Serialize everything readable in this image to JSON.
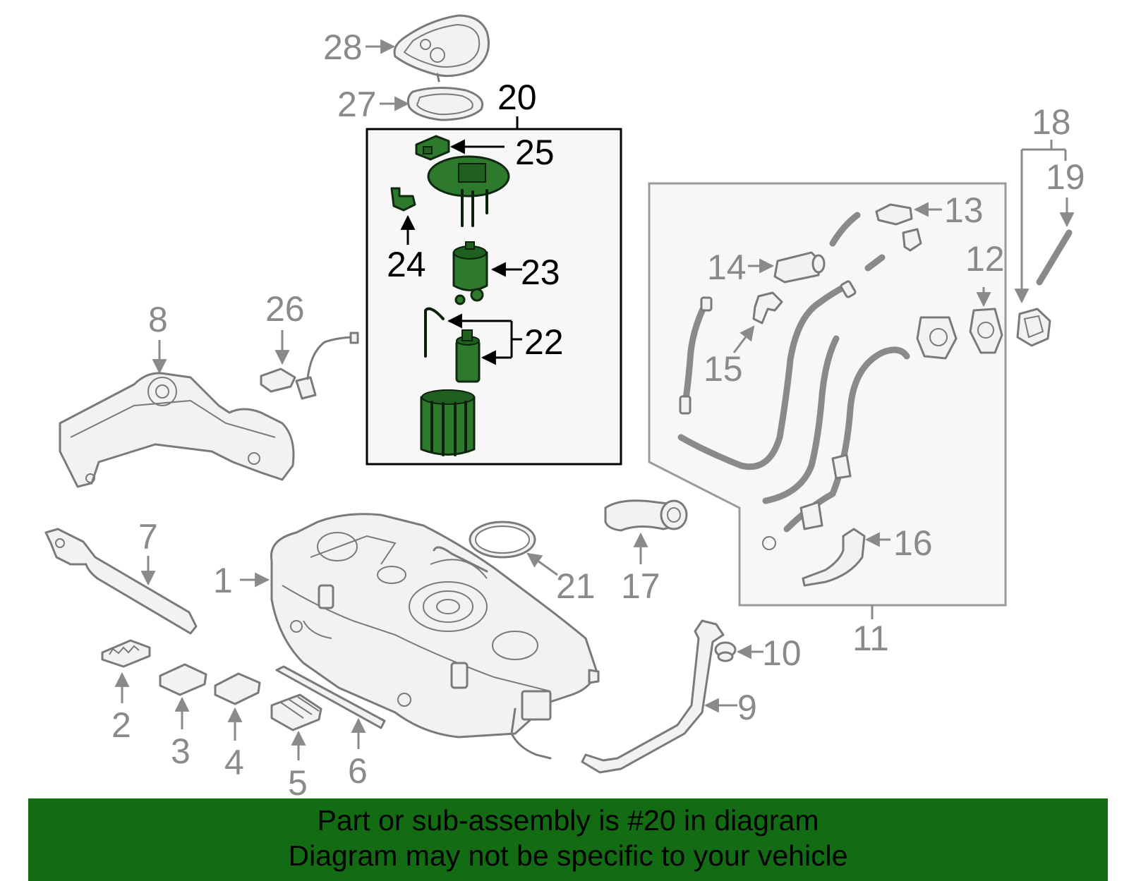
{
  "labels": {
    "l1": "1",
    "l2": "2",
    "l3": "3",
    "l4": "4",
    "l5": "5",
    "l6": "6",
    "l7": "7",
    "l8": "8",
    "l9": "9",
    "l10": "10",
    "l11": "11",
    "l12": "12",
    "l13": "13",
    "l14": "14",
    "l15": "15",
    "l16": "16",
    "l17": "17",
    "l18": "18",
    "l19": "19",
    "l20": "20",
    "l21": "21",
    "l22": "22",
    "l23": "23",
    "l24": "24",
    "l25": "25",
    "l26": "26",
    "l27": "27",
    "l28": "28"
  },
  "banner": {
    "line1": "Part or sub-assembly is #20 in diagram",
    "line2": "Diagram may not be specific to your vehicle"
  },
  "colors": {
    "highlight_part": "#2d7a2d",
    "banner_bg": "#136b13",
    "other_parts": "#8a8a8a"
  }
}
